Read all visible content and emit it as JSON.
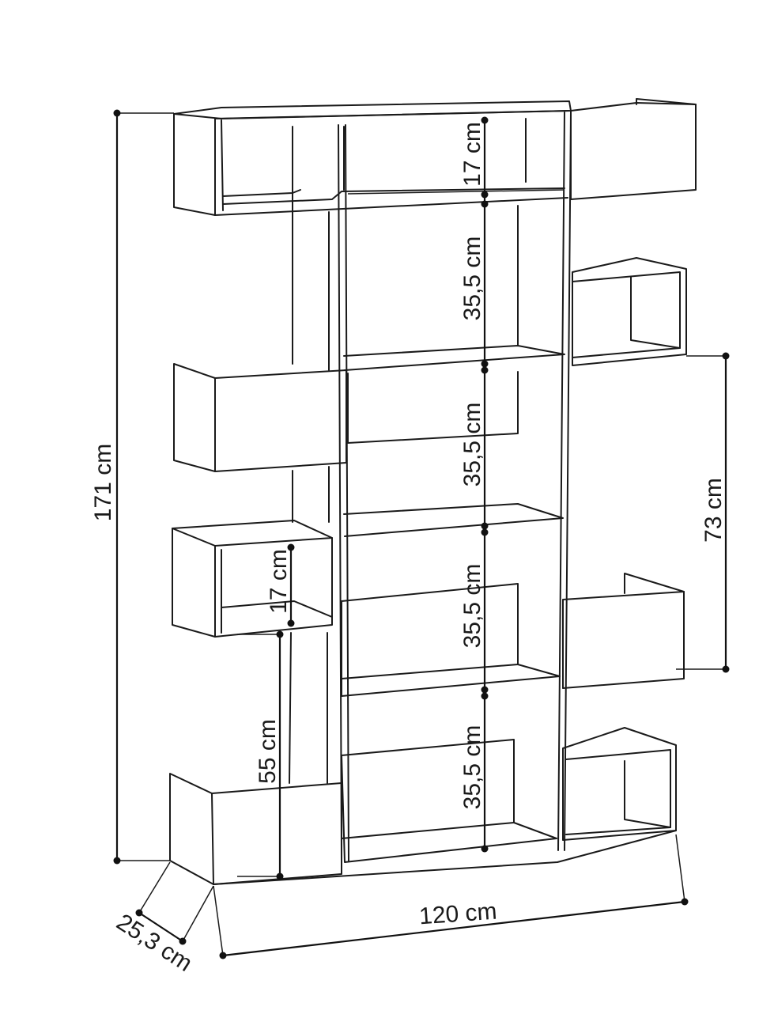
{
  "dimensions": {
    "total_height": "171 cm",
    "top_shelf_height": "17 cm",
    "middle_shelf_1": "35,5 cm",
    "middle_shelf_2": "35,5 cm",
    "middle_shelf_3": "35,5 cm",
    "middle_shelf_4": "35,5 cm",
    "left_small_shelf": "17 cm",
    "left_bottom_height": "55 cm",
    "right_side_height": "73 cm",
    "width": "120 cm",
    "depth": "25,3 cm"
  },
  "colors": {
    "line": "#1a1a1a",
    "background": "#ffffff"
  }
}
